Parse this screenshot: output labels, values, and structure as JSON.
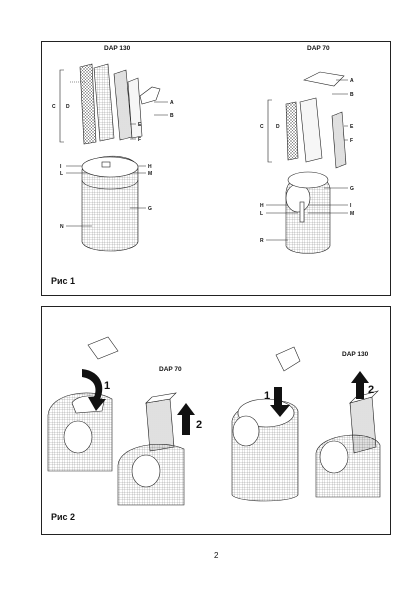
{
  "figure1": {
    "models": [
      "DAP 130",
      "DAP 70"
    ],
    "caption": "Рис 1",
    "dap130_labels": {
      "A": "A",
      "B": "B",
      "C": "C",
      "D": "D",
      "E": "E",
      "F": "F",
      "G": "G",
      "H": "H",
      "I": "I",
      "L": "L",
      "M": "M",
      "N": "N"
    },
    "dap70_labels": {
      "A": "A",
      "B": "B",
      "C": "C",
      "D": "D",
      "E": "E",
      "F": "F",
      "G": "G",
      "H": "H",
      "I": "I",
      "L": "L",
      "M": "M",
      "R": "R"
    }
  },
  "figure2": {
    "models": [
      "DAP 70",
      "DAP 130"
    ],
    "step_numbers": [
      "1",
      "2"
    ],
    "caption": "Рис 2"
  },
  "page_number": "2"
}
